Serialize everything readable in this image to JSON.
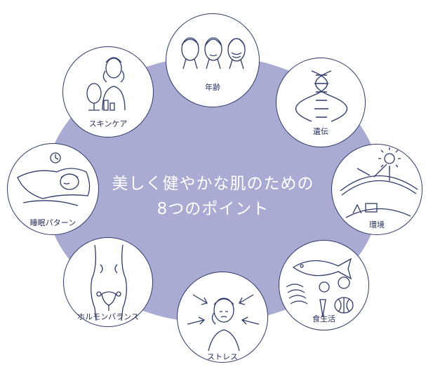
{
  "colors": {
    "ellipse_fill": "#a9abd3",
    "line": "#2f3a6a",
    "center_text": "#ffffff"
  },
  "center": {
    "line1": "美しく健やかな肌のための",
    "line2": "8つのポイント"
  },
  "points": [
    {
      "label": "年齢",
      "icon": "three-faces-aging"
    },
    {
      "label": "遺伝",
      "icon": "dna-helix"
    },
    {
      "label": "環境",
      "icon": "sun-earth-atmosphere"
    },
    {
      "label": "食生活",
      "icon": "fish-fruits-vegetables"
    },
    {
      "label": "ストレス",
      "icon": "stressed-person"
    },
    {
      "label": "ホルモンバランス",
      "icon": "female-body-uterus"
    },
    {
      "label": "睡眠パターン",
      "icon": "sleeping-person-clock"
    },
    {
      "label": "スキンケア",
      "icon": "woman-mirror-cosmetics"
    }
  ]
}
